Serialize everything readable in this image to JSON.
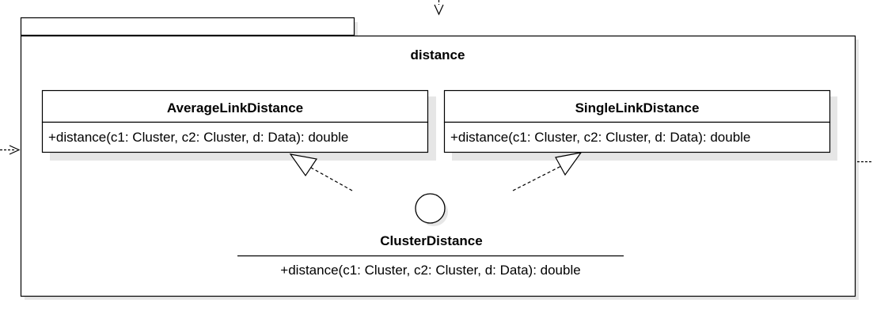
{
  "package": {
    "name": "distance"
  },
  "classes": {
    "average": {
      "name": "AverageLinkDistance",
      "method": "+distance(c1: Cluster, c2: Cluster, d: Data): double"
    },
    "single": {
      "name": "SingleLinkDistance",
      "method": "+distance(c1: Cluster, c2: Cluster, d: Data): double"
    }
  },
  "interface": {
    "name": "ClusterDistance",
    "method": "+distance(c1: Cluster, c2: Cluster, d: Data): double"
  },
  "colors": {
    "stroke": "#000000",
    "shadow": "#e6e6e6",
    "background": "#ffffff"
  }
}
